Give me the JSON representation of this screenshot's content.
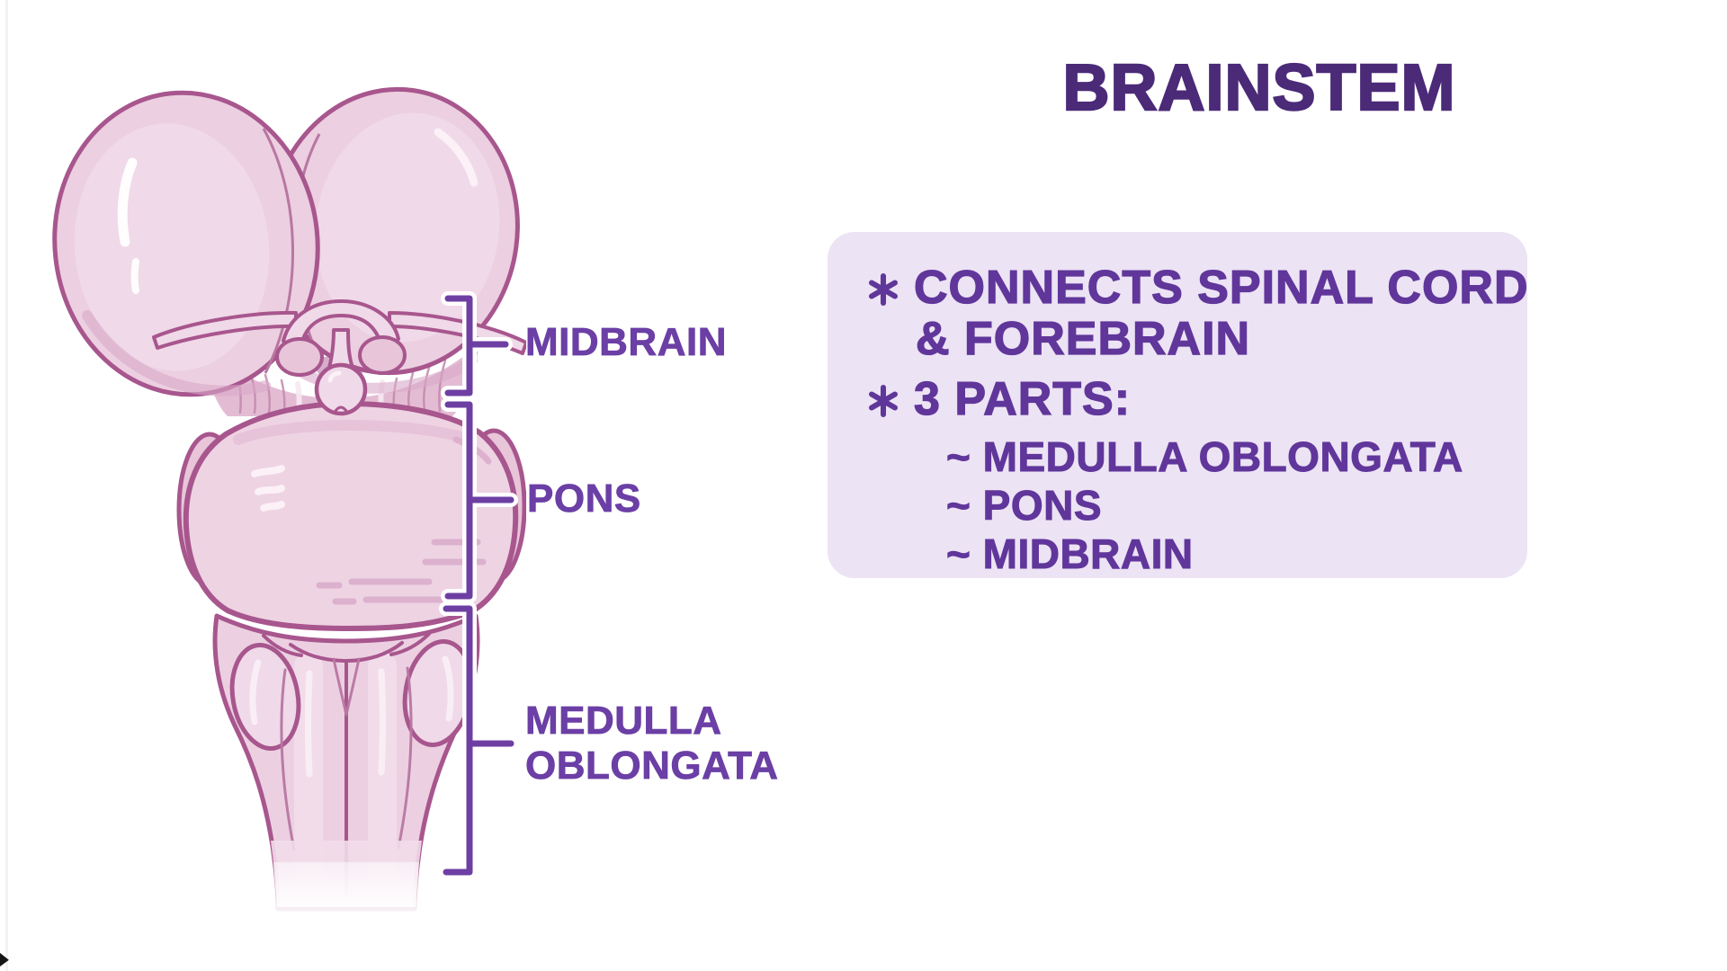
{
  "title": {
    "text": "BRAINSTEM",
    "color": "#4b2a78"
  },
  "diagram": {
    "illustration": "brainstem-posterior-view",
    "bracket_color": "#6d3fa3",
    "labels": {
      "midbrain": "MIDBRAIN",
      "pons": "PONS",
      "medulla_line1": "MEDULLA",
      "medulla_line2": "OBLONGATA"
    }
  },
  "notes": {
    "background": "#ece3f4",
    "text_color": "#60369b",
    "bullet_icon": "asterisk-icon",
    "bullet1_line1": "CONNECTS SPINAL CORD",
    "bullet1_line2": "& FOREBRAIN",
    "bullet2": "3 PARTS:",
    "items": [
      "~ MEDULLA OBLONGATA",
      "~ PONS",
      "~ MIDBRAIN"
    ]
  }
}
